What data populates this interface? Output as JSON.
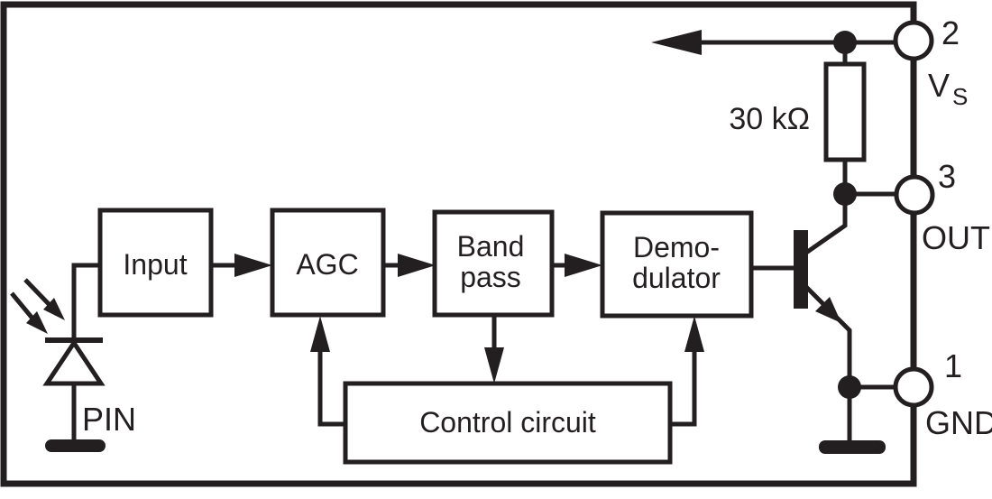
{
  "colors": {
    "ink": "#231f20",
    "background": "#ffffff"
  },
  "blocks": {
    "input": {
      "label": "Input"
    },
    "agc": {
      "label": "AGC"
    },
    "bandpass": {
      "line1": "Band",
      "line2": "pass"
    },
    "demodulator": {
      "line1": "Demo-",
      "line2": "dulator"
    },
    "control": {
      "label": "Control circuit"
    }
  },
  "components": {
    "resistor": {
      "value": "30 kΩ"
    },
    "photodiode": {
      "label": "PIN"
    }
  },
  "pins": {
    "vs": {
      "number": "2",
      "name": "V",
      "subscript": "S"
    },
    "out": {
      "number": "3",
      "name": "OUT"
    },
    "gnd": {
      "number": "1",
      "name": "GND"
    }
  }
}
